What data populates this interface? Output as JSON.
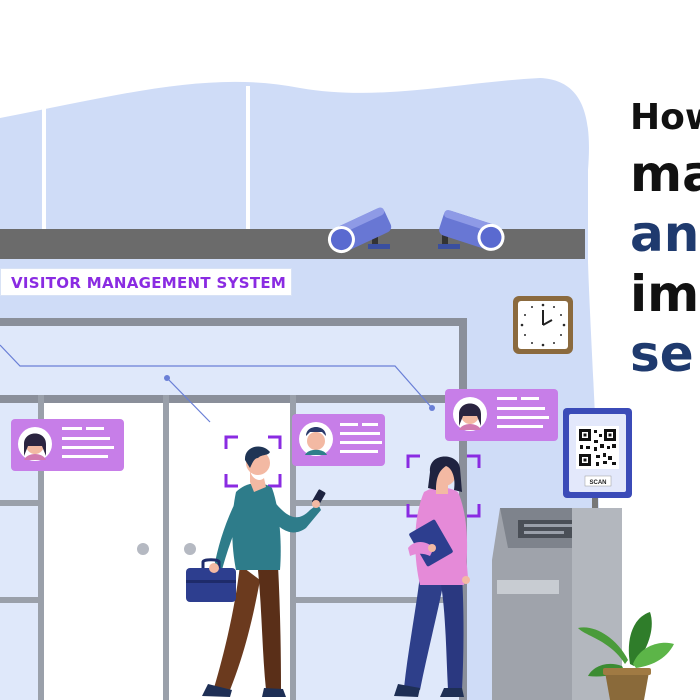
{
  "sign": {
    "text": "VISITOR MANAGEMENT SYSTEM"
  },
  "headline": {
    "line1": "How",
    "line2": "ma",
    "line3": "an",
    "line4": "im",
    "line5": "se"
  },
  "kiosk": {
    "button_label": "SCAN"
  },
  "colors": {
    "sky": "#cfdcf7",
    "beam": "#6a6a6a",
    "accent_purple": "#8a2be2",
    "card_purple": "#c77ee8",
    "headline_dark": "#111111",
    "headline_blue": "#1f3a6e"
  },
  "icons": [
    "security-camera-icon",
    "wall-clock-icon",
    "qr-code-icon",
    "briefcase-icon",
    "folder-icon",
    "phone-icon",
    "plant-icon"
  ]
}
